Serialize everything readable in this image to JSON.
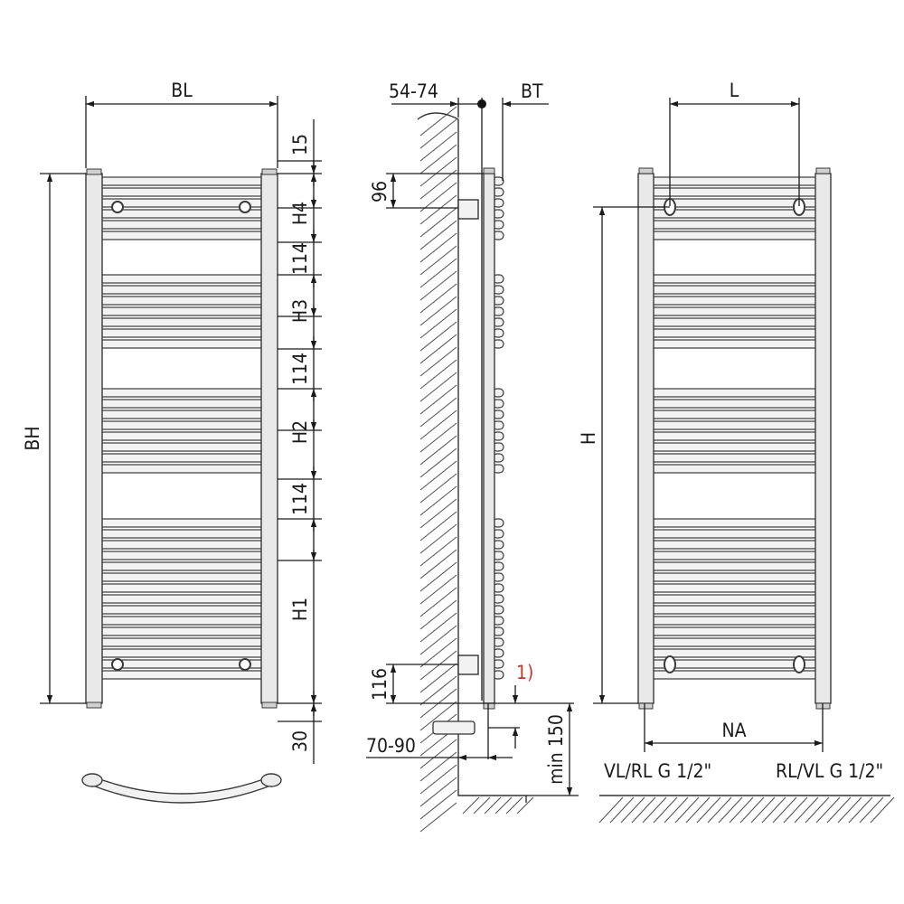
{
  "front_view": {
    "width_label": "BL",
    "height_label": "BH",
    "segment_labels": [
      "15",
      "H4",
      "114",
      "H3",
      "114",
      "H2",
      "114",
      "H1",
      "30"
    ]
  },
  "side_view": {
    "wall_distance_label": "54-74",
    "depth_label": "BT",
    "top_connection_label": "96",
    "bottom_connection_label": "116",
    "pipe_distance_label": "70-90",
    "floor_distance_label": "min 150",
    "note_label": "1)"
  },
  "rear_view": {
    "top_spacing_label": "L",
    "height_label": "H",
    "bottom_spacing_label": "NA",
    "left_connection_label": "VL/RL G 1/2\"",
    "right_connection_label": "RL/VL G 1/2\""
  },
  "colors": {
    "line": "#1a1a1a",
    "fill": "#f2f2f2",
    "note": "#c0392b"
  }
}
